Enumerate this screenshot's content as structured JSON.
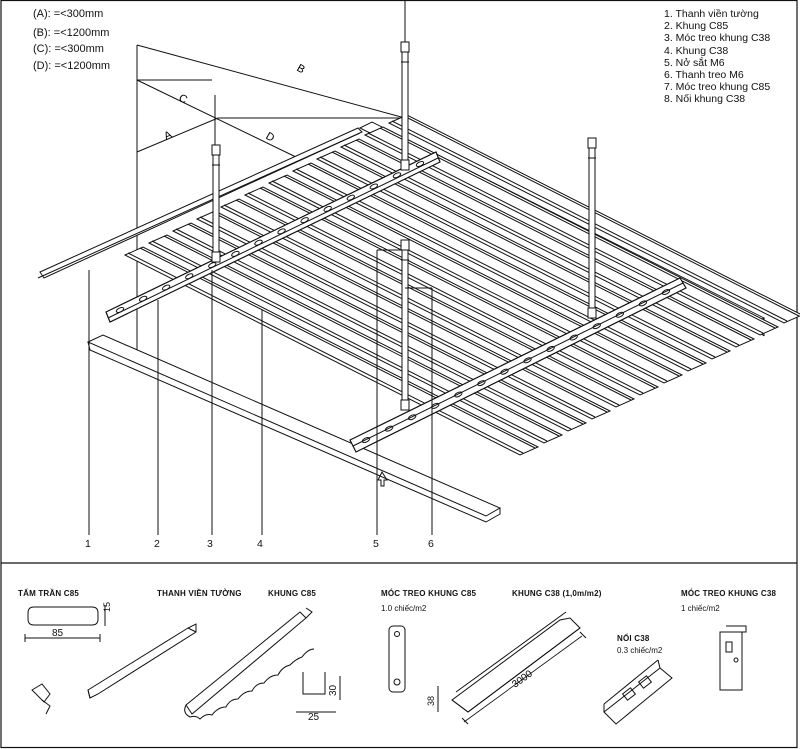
{
  "dimensions": [
    {
      "id": "A",
      "text": "(A): =<300mm"
    },
    {
      "id": "B",
      "text": "(B): =<1200mm"
    },
    {
      "id": "C",
      "text": "(C): =<300mm"
    },
    {
      "id": "D",
      "text": "(D): =<1200mm"
    }
  ],
  "dim_letters": {
    "A": "A",
    "B": "B",
    "C": "C",
    "D": "D"
  },
  "legend": [
    "1. Thanh viền tường",
    "2. Khung C85",
    "3. Móc treo khung C38",
    "4. Khung C38",
    "5. Nở sắt M6",
    "6. Thanh treo M6",
    "7. Móc treo khung C85",
    "8. Nối khung C38"
  ],
  "callouts": [
    "1",
    "2",
    "3",
    "4",
    "5",
    "6"
  ],
  "components": {
    "tam_tran": {
      "title": "TẤM TRẦN C85",
      "w": "85",
      "h": "15"
    },
    "thanh_vien": {
      "title": "THANH VIỀN TƯỜNG"
    },
    "khung_c85": {
      "title": "KHUNG C85",
      "w": "25",
      "h": "30"
    },
    "moc_c85": {
      "title": "MÓC TREO KHUNG C85",
      "note": "1.0 chiếc/m2"
    },
    "khung_c38": {
      "title": "KHUNG C38 (1,0m/m2)",
      "len": "3000",
      "h": "38"
    },
    "noi_c38": {
      "title": "NỐI C38",
      "note": "0.3 chiếc/m2"
    },
    "moc_c38": {
      "title": "MÓC TREO KHUNG C38",
      "note": "1 chiếc/m2"
    }
  }
}
